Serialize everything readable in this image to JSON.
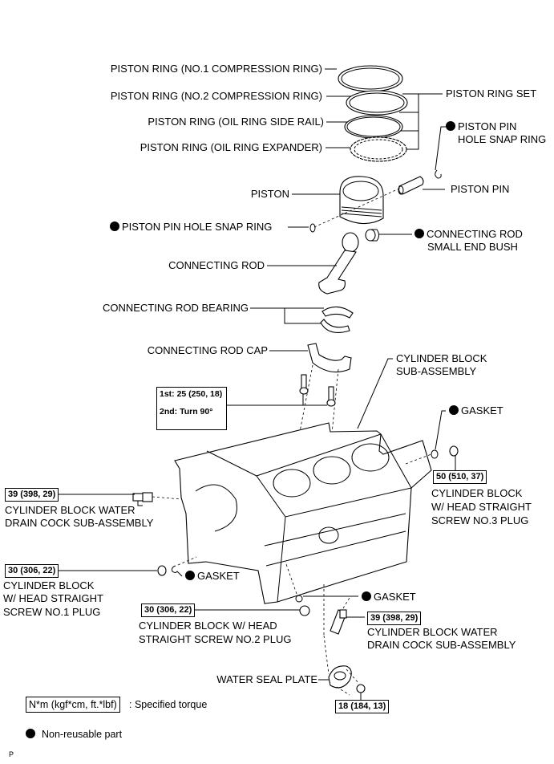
{
  "diagram": {
    "title": "Cylinder Block Exploded View",
    "labels": {
      "ring1": "PISTON RING (NO.1 COMPRESSION RING)",
      "ring2": "PISTON RING (NO.2 COMPRESSION RING)",
      "ring_side_rail": "PISTON RING (OIL RING SIDE RAIL)",
      "ring_expander": "PISTON RING (OIL RING EXPANDER)",
      "ring_set": "PISTON RING SET",
      "snap_ring_right_1": "PISTON PIN",
      "snap_ring_right_2": "HOLE SNAP RING",
      "piston": "PISTON",
      "piston_pin": "PISTON PIN",
      "snap_ring_left": "PISTON PIN HOLE SNAP RING",
      "bush_1": "CONNECTING ROD",
      "bush_2": "SMALL END BUSH",
      "con_rod": "CONNECTING ROD",
      "con_rod_bearing": "CONNECTING ROD BEARING",
      "con_rod_cap": "CONNECTING ROD CAP",
      "block_1": "CYLINDER BLOCK",
      "block_2": "SUB-ASSEMBLY",
      "gasket_top": "GASKET",
      "drain_cock_left_1": "CYLINDER BLOCK WATER",
      "drain_cock_left_2": "DRAIN COCK SUB-ASSEMBLY",
      "plug3_1": "CYLINDER BLOCK",
      "plug3_2": "W/ HEAD STRAIGHT",
      "plug3_3": "SCREW NO.3 PLUG",
      "plug1_1": "CYLINDER BLOCK",
      "plug1_2": "W/ HEAD STRAIGHT",
      "plug1_3": "SCREW NO.1 PLUG",
      "gasket_left": "GASKET",
      "gasket_bottom": "GASKET",
      "plug2_1": "CYLINDER BLOCK W/ HEAD",
      "plug2_2": "STRAIGHT SCREW NO.2 PLUG",
      "drain_cock_right_1": "CYLINDER BLOCK WATER",
      "drain_cock_right_2": "DRAIN COCK SUB-ASSEMBLY",
      "water_seal_plate": "WATER SEAL PLATE"
    },
    "torques": {
      "cap_bolt_1st": "1st: 25 (250, 18)",
      "cap_bolt_2nd": "2nd: Turn 90°",
      "drain_cock_left": "39 (398, 29)",
      "plug3": "50 (510, 37)",
      "plug1": "30 (306, 22)",
      "plug2": "30 (306, 22)",
      "drain_cock_right": "39 (398, 29)",
      "water_seal_plate_bolt": "18 (184, 13)"
    },
    "legend": {
      "torque_unit": "N*m (kgf*cm, ft.*lbf)",
      "torque_desc": ": Specified torque",
      "non_reusable": "Non-reusable part",
      "non_reusable_icon": "filled-circle-icon"
    },
    "footer_mark": "P"
  }
}
